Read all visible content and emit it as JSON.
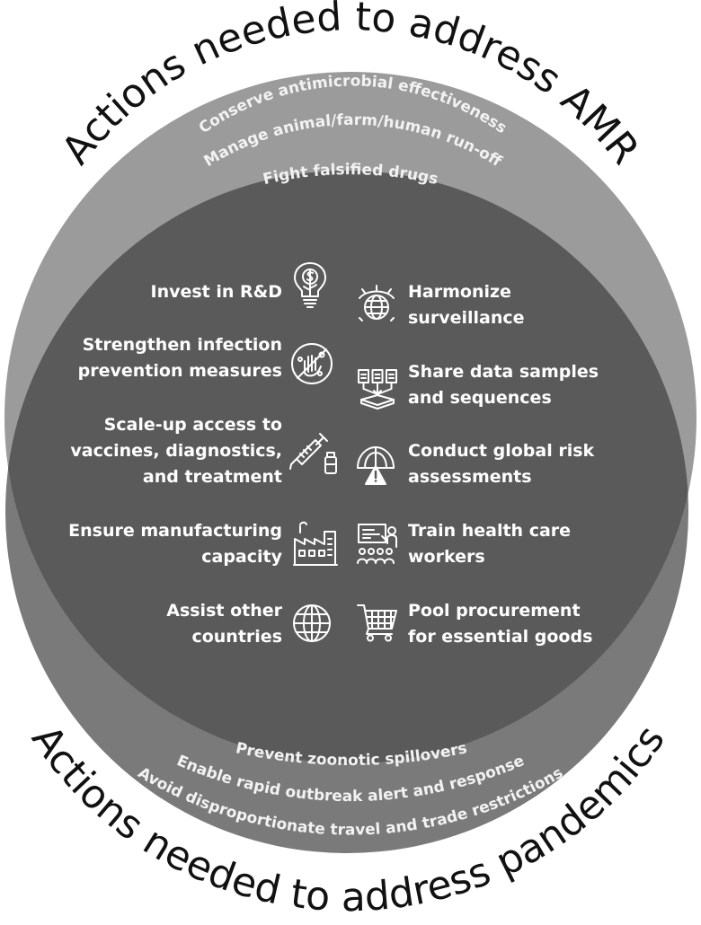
{
  "colors": {
    "background": "#ffffff",
    "amr_circle": "#9b9b9b",
    "pandemic_circle": "#7a7a7a",
    "overlap": "#5a5a5a",
    "text_light": "#ffffff",
    "title_text": "#111111"
  },
  "amr": {
    "title": "Actions needed to address AMR",
    "items": [
      "Conserve antimicrobial effectiveness",
      "Manage animal/farm/human run-off",
      "Fight falsified drugs"
    ]
  },
  "pandemics": {
    "title": "Actions needed to address pandemics",
    "items": [
      "Prevent zoonotic spillovers",
      "Enable rapid outbreak alert and response",
      "Avoid disproportionate travel and trade restrictions"
    ]
  },
  "shared": {
    "left": [
      {
        "label": "Invest in R&D",
        "icon": "lightbulb-dollar-icon"
      },
      {
        "label": "Strengthen infection\nprevention measures",
        "icon": "no-hand-germs-icon"
      },
      {
        "label": "Scale-up access to\nvaccines, diagnostics,\nand treatment",
        "icon": "syringe-vial-icon"
      },
      {
        "label": "Ensure manufacturing\ncapacity",
        "icon": "factory-icon"
      },
      {
        "label": "Assist other\ncountries",
        "icon": "globe-icon"
      }
    ],
    "right": [
      {
        "label": "Harmonize\nsurveillance",
        "icon": "eye-globe-icon"
      },
      {
        "label": "Share data samples\nand sequences",
        "icon": "data-sharing-icon"
      },
      {
        "label": "Conduct global risk\nassessments",
        "icon": "risk-warning-icon"
      },
      {
        "label": "Train health care\nworkers",
        "icon": "training-icon"
      },
      {
        "label": "Pool procurement\nfor essential goods",
        "icon": "shopping-cart-icon"
      }
    ]
  }
}
